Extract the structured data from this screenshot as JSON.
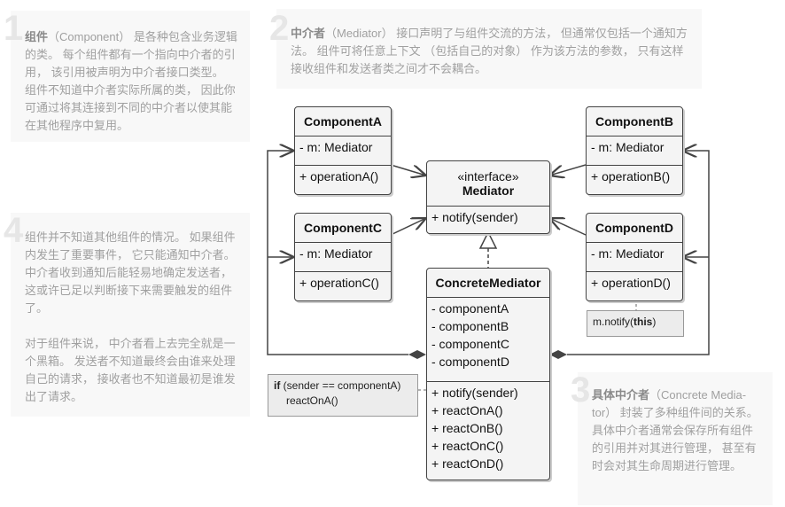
{
  "notes": {
    "n1": {
      "num": "1",
      "bold": "组件",
      "text": "（Component） 是各种包含业务逻辑的类。 每个组件都有一个指向中介者的引用， 该引用被声明为中介者接口类型。 组件不知道中介者实际所属的类， 因此你可通过将其连接到不同的中介者以使其能在其他程序中复用。"
    },
    "n2": {
      "num": "2",
      "bold": "中介者",
      "text": "（Mediator） 接口声明了与组件交流的方法， 但通常仅包括一个通知方法。 组件可将任意上下文 （包括自己的对象） 作为该方法的参数， 只有这样接收组件和发送者类之间才不会耦合。"
    },
    "n3": {
      "num": "3",
      "bold": "具体中介者",
      "text": "（Concrete Media-tor） 封装了多种组件间的关系。 具体中介者通常会保存所有组件的引用并对其进行管理， 甚至有时会对其生命周期进行管理。"
    },
    "n4": {
      "num": "4",
      "p1": "组件并不知道其他组件的情况。 如果组件内发生了重要事件， 它只能通知中介者。 中介者收到通知后能轻易地确定发送者， 这或许已足以判断接下来需要触发的组件了。",
      "p2": "对于组件来说， 中介者看上去完全就是一个黑箱。 发送者不知道最终会由谁来处理自己的请求， 接收者也不知道最初是谁发出了请求。"
    }
  },
  "classes": {
    "a": {
      "name": "ComponentA",
      "attr": "- m: Mediator",
      "op": "+ operationA()"
    },
    "b": {
      "name": "ComponentB",
      "attr": "- m: Mediator",
      "op": "+ operationB()"
    },
    "c": {
      "name": "ComponentC",
      "attr": "- m: Mediator",
      "op": "+ operationC()"
    },
    "d": {
      "name": "ComponentD",
      "attr": "- m: Mediator",
      "op": "+ operationD()"
    },
    "mediator": {
      "stereotype": "«interface»",
      "name": "Mediator",
      "op": "+ notify(sender)"
    },
    "concrete": {
      "name": "ConcreteMediator",
      "attrs": [
        "- componentA",
        "- componentB",
        "- componentC",
        "- componentD"
      ],
      "ops": [
        "+ notify(sender)",
        "+ reactOnA()",
        "+ reactOnB()",
        "+ reactOnC()",
        "+ reactOnD()"
      ]
    }
  },
  "code": {
    "notify": {
      "pre": "m.notify(",
      "kw": "this",
      "post": ")"
    },
    "react": {
      "kw": "if",
      "line1": " (sender == componentA)",
      "line2": "reactOnA()"
    }
  }
}
